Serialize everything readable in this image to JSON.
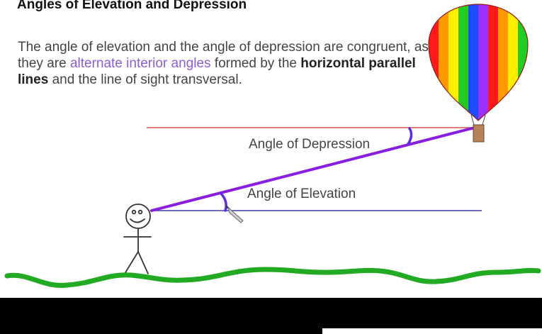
{
  "slide": {
    "title": "Angles of Elevation and Depression",
    "text_part1": "The angle of elevation and the angle of depression are congruent, as they are ",
    "text_highlight": "alternate interior angles",
    "text_part2": " formed by the ",
    "text_bold": "horizontal parallel lines",
    "text_part3": " and the line of sight transversal."
  },
  "diagram": {
    "depression_label": "Angle of Depression",
    "elevation_label": "Angle of Elevation",
    "colors": {
      "upper_horizontal": "#d9534f",
      "lower_horizontal": "#3b3ba8",
      "line_of_sight": "#8a1ee0",
      "angle_arc": "#5b2ee6",
      "ground": "#22aa22",
      "basket": "#b5835a",
      "balloon_stripes": [
        "#ff1a1a",
        "#ff9900",
        "#ffee00",
        "#22cc22",
        "#1a4dff",
        "#9b30ff",
        "#ff1a1a",
        "#ff9900",
        "#ffee00",
        "#22cc22"
      ]
    },
    "icons": {
      "balloon": "hot-air-balloon-icon",
      "person": "stick-figure-icon",
      "cursor": "pen-cursor-icon"
    }
  }
}
